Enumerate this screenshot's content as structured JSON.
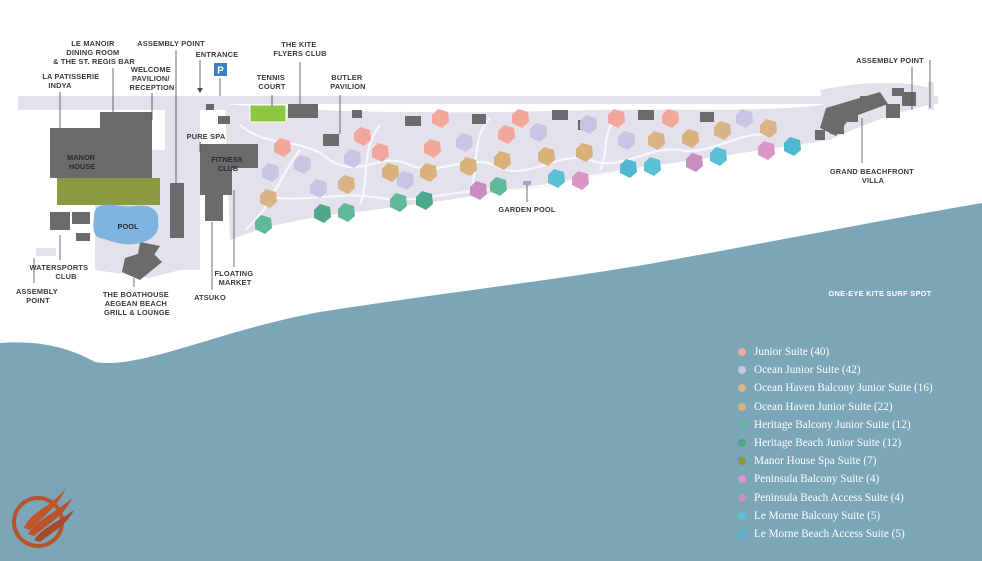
{
  "map": {
    "labels": {
      "le_manoir": [
        "LE MANOIR",
        "DINING ROOM",
        "& THE ST. REGIS BAR"
      ],
      "la_patisserie": [
        "LA PATISSERIE",
        "INDYA"
      ],
      "assembly_point_top": "ASSEMBLY POINT",
      "welcome_pavilion": [
        "WELCOME",
        "PAVILION/",
        "RECEPTION"
      ],
      "entrance": "ENTRANCE",
      "kite_flyers": [
        "THE KITE",
        "FLYERS CLUB"
      ],
      "tennis_court": [
        "TENNIS",
        "COURT"
      ],
      "butler_pavilion": [
        "BUTLER",
        "PAVILION"
      ],
      "assembly_point_right": "ASSEMBLY POINT",
      "pure_spa": "PURE SPA",
      "manor_house": [
        "MANOR",
        "HOUSE"
      ],
      "fitness_club": [
        "FITNESS",
        "CLUB"
      ],
      "pool": "POOL",
      "watersports": [
        "WATERSPORTS",
        "CLUB"
      ],
      "assembly_point_left": [
        "ASSEMBLY",
        "POINT"
      ],
      "boathouse": [
        "THE BOATHOUSE",
        "AEGEAN BEACH",
        "GRILL & LOUNGE"
      ],
      "atsuko": "ATSUKO",
      "floating_market": [
        "FLOATING",
        "MARKET"
      ],
      "garden_pool": "GARDEN POOL",
      "grand_beachfront": [
        "GRAND BEACHFRONT",
        "VILLA"
      ],
      "kite_surf": "ONE-EYE KITE SURF SPOT",
      "parking_symbol": "P"
    },
    "colors": {
      "sea": "#7aa6b7",
      "paths": "#e3e1ec",
      "building": "#6b6b6b",
      "pool_water": "#7fb3e0",
      "tennis": "#8dc63f",
      "manor_lawn": "#8a9a3e",
      "parking": "#3a7fc4"
    },
    "legend": [
      {
        "label": "Junior Suite (40)",
        "color": "#f2a79b"
      },
      {
        "label": "Ocean Junior Suite (42)",
        "color": "#c9c4e3"
      },
      {
        "label": "Ocean Haven Balcony Junior Suite (16)",
        "color": "#d8b486"
      },
      {
        "label": "Ocean Haven Junior Suite (22)",
        "color": "#d9b17a"
      },
      {
        "label": "Heritage Balcony Junior Suite (12)",
        "color": "#5fb99a"
      },
      {
        "label": "Heritage Beach Junior Suite (12)",
        "color": "#4ea88b"
      },
      {
        "label": "Manor House Spa Suite (7)",
        "color": "#8b9a3c"
      },
      {
        "label": "Peninsula Balcony Suite (4)",
        "color": "#d996c7"
      },
      {
        "label": "Peninsula Beach Access Suite (4)",
        "color": "#c98ec1"
      },
      {
        "label": "Le Morne Balcony Suite (5)",
        "color": "#5bbfd6"
      },
      {
        "label": "Le Morne Beach Access Suite (5)",
        "color": "#4fb8d1"
      }
    ]
  }
}
